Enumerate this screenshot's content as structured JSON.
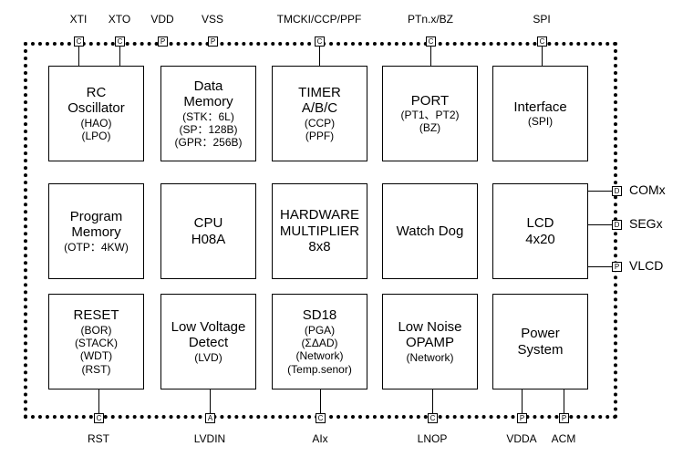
{
  "blocks": [
    {
      "id": "rc-oscillator",
      "lines": [
        {
          "text": "RC",
          "size": "big"
        },
        {
          "text": "Oscillator",
          "size": "big"
        },
        {
          "text": "(HAO)",
          "size": "small"
        },
        {
          "text": "(LPO)",
          "size": "small"
        }
      ]
    },
    {
      "id": "data-memory",
      "lines": [
        {
          "text": "Data",
          "size": "big"
        },
        {
          "text": "Memory",
          "size": "big"
        },
        {
          "text": "(STK：6L)",
          "size": "small"
        },
        {
          "text": "(SP：128B)",
          "size": "small"
        },
        {
          "text": "(GPR：256B)",
          "size": "small"
        }
      ]
    },
    {
      "id": "timer",
      "lines": [
        {
          "text": "TIMER",
          "size": "big"
        },
        {
          "text": "A/B/C",
          "size": "big"
        },
        {
          "text": "(CCP)",
          "size": "small"
        },
        {
          "text": "(PPF)",
          "size": "small"
        }
      ]
    },
    {
      "id": "port",
      "lines": [
        {
          "text": "PORT",
          "size": "big"
        },
        {
          "text": "(PT1、PT2)",
          "size": "small"
        },
        {
          "text": "(BZ)",
          "size": "small"
        }
      ]
    },
    {
      "id": "interface",
      "lines": [
        {
          "text": "Interface",
          "size": "big"
        },
        {
          "text": "(SPI)",
          "size": "small"
        }
      ]
    },
    {
      "id": "program-memory",
      "lines": [
        {
          "text": "Program",
          "size": "big"
        },
        {
          "text": "Memory",
          "size": "big"
        },
        {
          "text": "(OTP：4KW)",
          "size": "small"
        }
      ]
    },
    {
      "id": "cpu",
      "lines": [
        {
          "text": "CPU",
          "size": "big"
        },
        {
          "text": "H08A",
          "size": "big"
        }
      ]
    },
    {
      "id": "hardware-multiplier",
      "lines": [
        {
          "text": "HARDWARE",
          "size": "big"
        },
        {
          "text": "MULTIPLIER",
          "size": "big"
        },
        {
          "text": "8x8",
          "size": "big"
        }
      ]
    },
    {
      "id": "watch-dog",
      "lines": [
        {
          "text": "Watch Dog",
          "size": "big"
        }
      ]
    },
    {
      "id": "lcd",
      "lines": [
        {
          "text": "LCD",
          "size": "big"
        },
        {
          "text": "4x20",
          "size": "big"
        }
      ]
    },
    {
      "id": "reset",
      "lines": [
        {
          "text": "RESET",
          "size": "big"
        },
        {
          "text": "(BOR)",
          "size": "small"
        },
        {
          "text": "(STACK)",
          "size": "small"
        },
        {
          "text": "(WDT)",
          "size": "small"
        },
        {
          "text": "(RST)",
          "size": "small"
        }
      ]
    },
    {
      "id": "low-voltage-detect",
      "lines": [
        {
          "text": "Low Voltage",
          "size": "big"
        },
        {
          "text": "Detect",
          "size": "big"
        },
        {
          "text": "(LVD)",
          "size": "small"
        }
      ]
    },
    {
      "id": "sd18",
      "lines": [
        {
          "text": "SD18",
          "size": "big"
        },
        {
          "text": "(PGA)",
          "size": "small"
        },
        {
          "text": "(ΣΔAD)",
          "size": "small"
        },
        {
          "text": "(Network)",
          "size": "small"
        },
        {
          "text": "(Temp.senor)",
          "size": "small"
        }
      ]
    },
    {
      "id": "low-noise-opamp",
      "lines": [
        {
          "text": "Low Noise",
          "size": "big"
        },
        {
          "text": "OPAMP",
          "size": "big"
        },
        {
          "text": "(Network)",
          "size": "small"
        }
      ]
    },
    {
      "id": "power-system",
      "lines": [
        {
          "text": "Power",
          "size": "big"
        },
        {
          "text": "System",
          "size": "big"
        }
      ]
    }
  ],
  "top_pins": [
    {
      "id": "xti",
      "label": "XTI",
      "type": "C"
    },
    {
      "id": "xto",
      "label": "XTO",
      "type": "C"
    },
    {
      "id": "vdd",
      "label": "VDD",
      "type": "P"
    },
    {
      "id": "vss",
      "label": "VSS",
      "type": "P"
    },
    {
      "id": "tmcki",
      "label": "TMCKI/CCP/PPF",
      "type": "C"
    },
    {
      "id": "ptn",
      "label": "PTn.x/BZ",
      "type": "C"
    },
    {
      "id": "spi",
      "label": "SPI",
      "type": "C"
    }
  ],
  "right_pins": [
    {
      "id": "comx",
      "label": "COMx",
      "type": "D"
    },
    {
      "id": "segx",
      "label": "SEGx",
      "type": "D"
    },
    {
      "id": "vlcd",
      "label": "VLCD",
      "type": "P"
    }
  ],
  "bottom_pins": [
    {
      "id": "rst",
      "label": "RST",
      "type": "C"
    },
    {
      "id": "lvdin",
      "label": "LVDIN",
      "type": "A"
    },
    {
      "id": "aix",
      "label": "AIx",
      "type": "C"
    },
    {
      "id": "lnop",
      "label": "LNOP",
      "type": "C"
    },
    {
      "id": "vdda",
      "label": "VDDA",
      "type": "P"
    },
    {
      "id": "acm",
      "label": "ACM",
      "type": "P"
    }
  ]
}
